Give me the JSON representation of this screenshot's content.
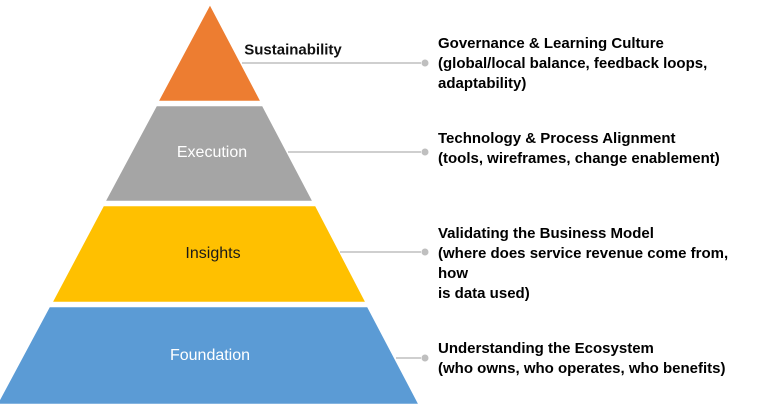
{
  "diagram": {
    "type": "pyramid",
    "border_color": "#FFFFFF",
    "callout_color": "#BFBFBF",
    "levels": [
      {
        "name": "Sustainability",
        "color": "#ED7D31",
        "heading": "Governance & Learning Culture",
        "detail_lines": [
          "(global/local balance, feedback loops,",
          "adaptability)"
        ]
      },
      {
        "name": "Execution",
        "color": "#A5A5A5",
        "heading": "Technology & Process Alignment",
        "detail_lines": [
          "(tools, wireframes, change enablement)"
        ]
      },
      {
        "name": "Insights",
        "color": "#FFC000",
        "heading": "Validating the Business Model",
        "detail_lines": [
          "(where does service revenue come from, how",
          "is data used)"
        ]
      },
      {
        "name": "Foundation",
        "color": "#5B9BD5",
        "heading": "Understanding the Ecosystem",
        "detail_lines": [
          "(who owns, who operates, who benefits)"
        ]
      }
    ]
  }
}
